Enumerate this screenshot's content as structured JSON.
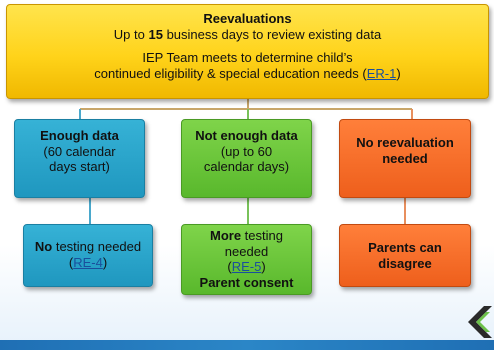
{
  "top": {
    "title": "Reevaluations",
    "line2_pre": "Up to ",
    "line2_bold": "15",
    "line2_post": " business days to review existing data",
    "line3": "IEP Team meets to determine child’s",
    "line4_pre": "continued eligibility & special education needs (",
    "line4_link": "ER-1",
    "line4_post": ")"
  },
  "left": {
    "title": "Enough data",
    "line2": "(60 calendar",
    "line3": "days start)",
    "bottom_bold": "No",
    "bottom_text": " testing needed",
    "bottom_open": "(",
    "bottom_link": "RE-4",
    "bottom_close": ")"
  },
  "middle": {
    "title": "Not enough data",
    "line2": "(up to 60",
    "line3": "calendar days)",
    "bottom_bold": "More",
    "bottom_text1": " testing",
    "bottom_text2": "needed",
    "bottom_open": "(",
    "bottom_link": "RE-5",
    "bottom_close": ")",
    "bottom_last": "Parent consent"
  },
  "right": {
    "title_line1": "No reevaluation",
    "title_line2": "needed",
    "bottom_line1": "Parents can",
    "bottom_line2": "disagree"
  },
  "colors": {
    "yellow": "#ffd31a",
    "blue": "#1f97bf",
    "green": "#59b82c",
    "orange": "#ee5f1c",
    "link": "#1a4f9c"
  },
  "icons": {
    "logo": "chevron-logo"
  }
}
